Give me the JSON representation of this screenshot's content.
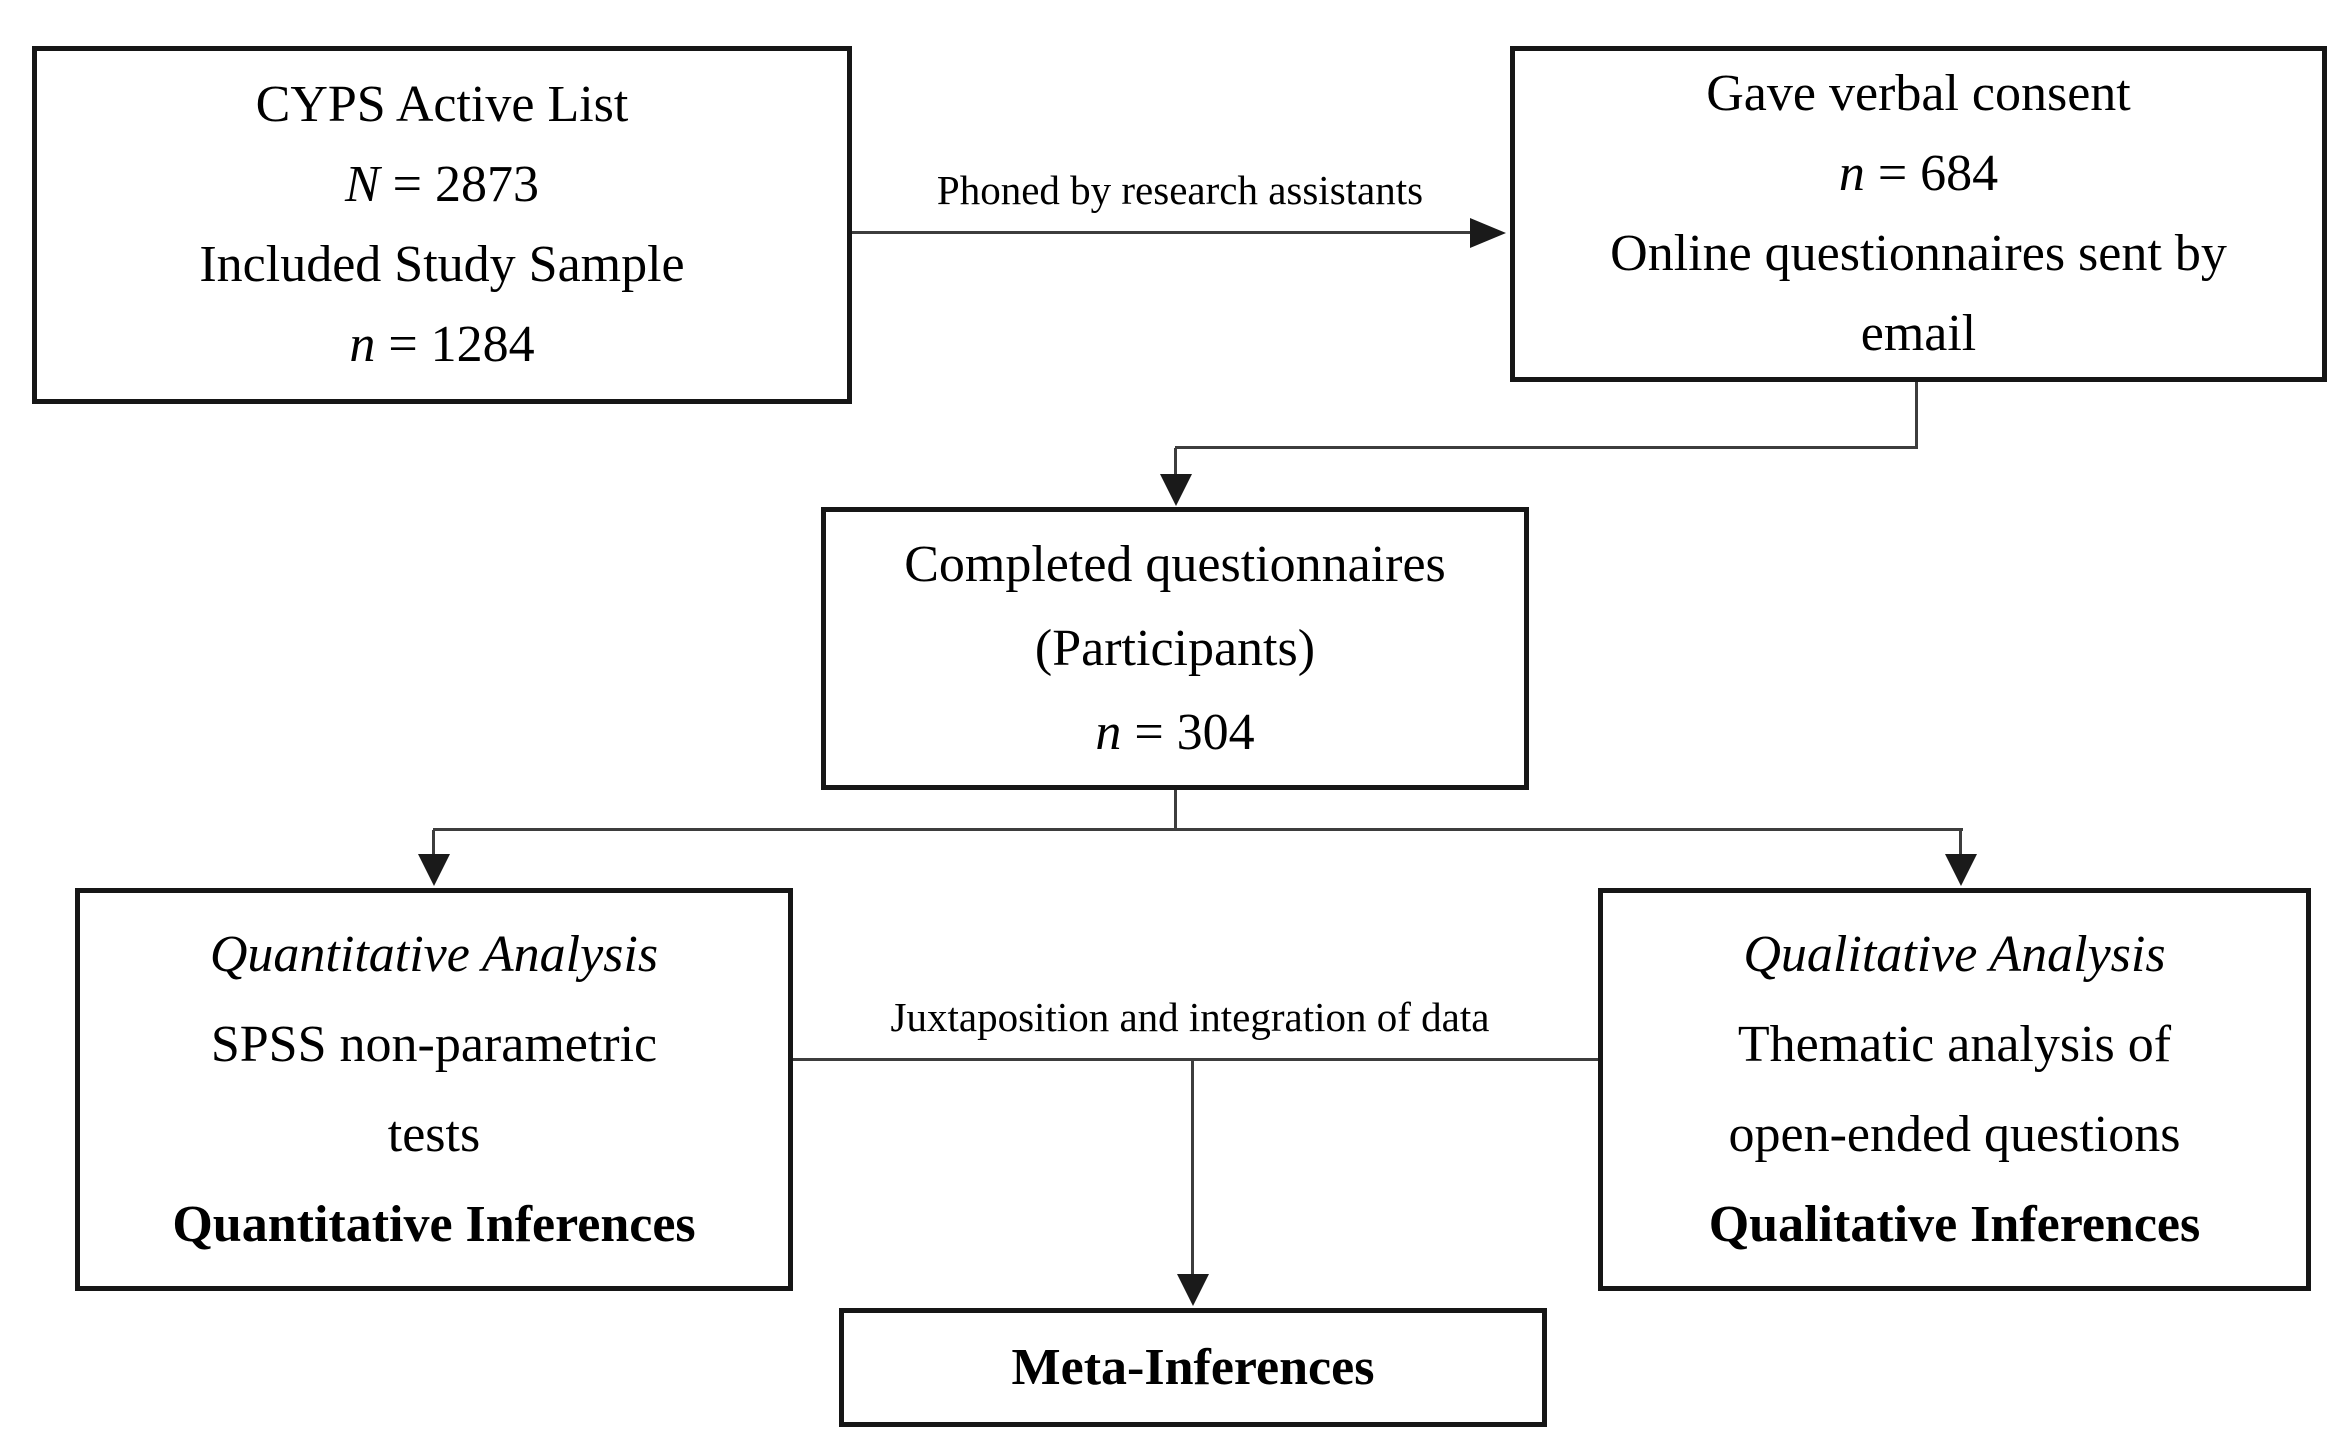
{
  "figure": {
    "background": "#ffffff",
    "box_border_color": "#161616",
    "connector_color": "#3d3d3d",
    "text_color": "#000000"
  },
  "boxes": {
    "cyps_active_list": {
      "line1": "CYPS Active List",
      "line2_italic": "N",
      "line2_rest": " = 2873",
      "line3": "Included Study Sample",
      "line4_italic": "n",
      "line4_rest": " = 1284"
    },
    "verbal_consent": {
      "line1": "Gave verbal consent",
      "line2_italic": "n",
      "line2_rest": " = 684",
      "line3": "Online questionnaires sent by",
      "line4": "email"
    },
    "completed_questionnaires": {
      "line1": "Completed questionnaires",
      "line2": "(Participants)",
      "line3_italic": "n",
      "line3_rest": " = 304"
    },
    "quantitative_analysis": {
      "line1_italic": "Quantitative Analysis",
      "line2": "SPSS non-parametric",
      "line3": "tests",
      "line4_bold": "Quantitative Inferences"
    },
    "qualitative_analysis": {
      "line1_italic": "Qualitative Analysis",
      "line2": "Thematic analysis of",
      "line3": "open-ended questions",
      "line4_bold": "Qualitative Inferences"
    },
    "meta_inferences": {
      "line1_bold": "Meta-Inferences"
    }
  },
  "connector_labels": {
    "phoned": "Phoned by research assistants",
    "juxtaposition": "Juxtaposition and integration of data"
  }
}
